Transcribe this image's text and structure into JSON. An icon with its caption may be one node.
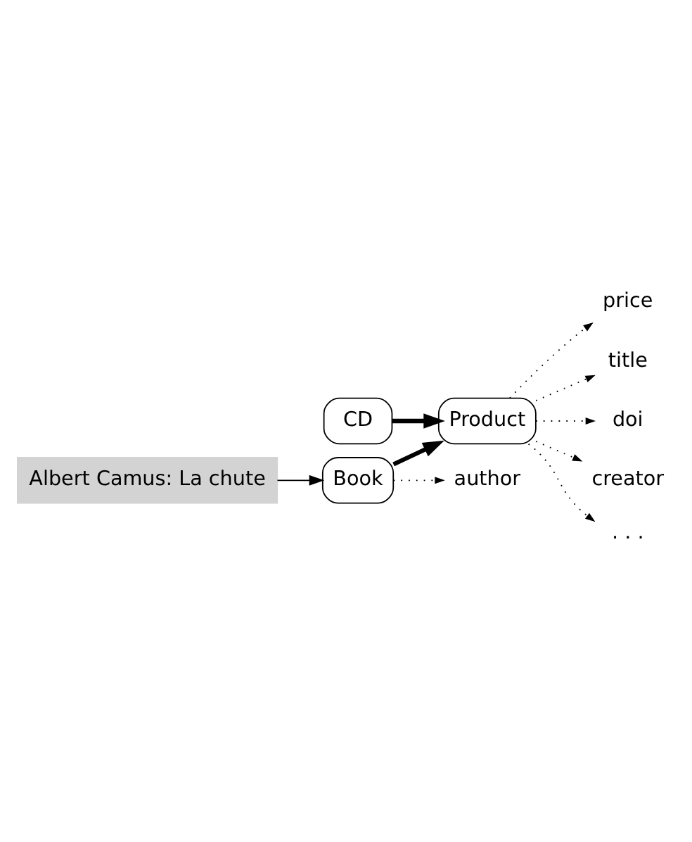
{
  "diagram": {
    "nodes": [
      {
        "text": [
          "Product"
        ]
      },
      {
        "text": [
          "price"
        ]
      },
      {
        "text": [
          "title"
        ]
      },
      {
        "text": [
          "doi"
        ]
      },
      {
        "text": [
          "creator"
        ]
      },
      {
        "text": [
          "· · ·"
        ]
      },
      {
        "text": [
          "Book"
        ]
      },
      {
        "text": [
          "author"
        ]
      },
      {
        "text": [
          "CD"
        ]
      },
      {
        "text": [
          "Albert Camus: La chute"
        ]
      }
    ],
    "edges": [
      {
        "from": 0,
        "to": 1,
        "arrow": "to",
        "style": "dashed"
      },
      {
        "from": 0,
        "to": 2,
        "arrow": "to",
        "style": "dashed"
      },
      {
        "from": 0,
        "to": 3,
        "arrow": "to",
        "style": "dashed"
      },
      {
        "from": 0,
        "to": 4,
        "arrow": "to",
        "style": "dashed"
      },
      {
        "from": 0,
        "to": 5,
        "arrow": "to",
        "style": "dashed"
      },
      {
        "from": 6,
        "to": 0,
        "arrow": "to",
        "style": "thick"
      },
      {
        "from": 6,
        "to": 7,
        "arrow": "to",
        "style": "dashed"
      },
      {
        "from": 8,
        "to": 0,
        "arrow": "to",
        "style": "thick"
      },
      {
        "from": 9,
        "to": 6,
        "arrow": "to"
      }
    ]
  }
}
